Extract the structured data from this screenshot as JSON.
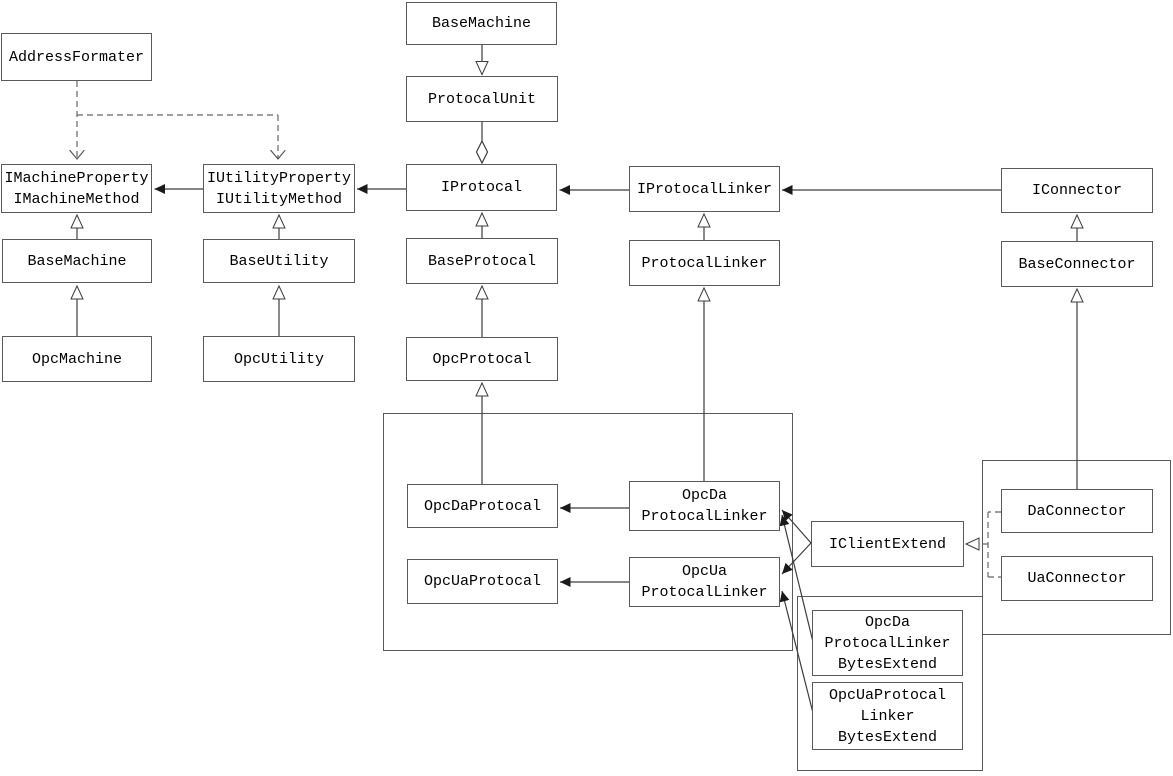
{
  "diagram_type": "uml-class-diagram",
  "colors": {
    "background": "#ffffff",
    "box_border": "#5a5a5a",
    "solid_line": "#3d3d3d",
    "dashed_line": "#666666",
    "text": "#000000",
    "arrow_fill": "#1a1a1a"
  },
  "nodes": {
    "addressFormater": "AddressFormater",
    "iMachine": [
      "IMachineProperty",
      "IMachineMethod"
    ],
    "iUtility": [
      "IUtilityProperty",
      "IUtilityMethod"
    ],
    "baseMachineLeft": "BaseMachine",
    "baseUtility": "BaseUtility",
    "opcMachine": "OpcMachine",
    "opcUtility": "OpcUtility",
    "baseMachineTop": "BaseMachine",
    "protocalUnit": "ProtocalUnit",
    "iProtocal": "IProtocal",
    "baseProtocal": "BaseProtocal",
    "opcProtocal": "OpcProtocal",
    "iProtocalLinker": "IProtocalLinker",
    "protocalLinker": "ProtocalLinker",
    "iConnector": "IConnector",
    "baseConnector": "BaseConnector",
    "opcDaProtocal": "OpcDaProtocal",
    "opcDaProtocalLinker": [
      "OpcDa",
      "ProtocalLinker"
    ],
    "opcUaProtocal": "OpcUaProtocal",
    "opcUaProtocalLinker": [
      "OpcUa",
      "ProtocalLinker"
    ],
    "iClientExtend": "IClientExtend",
    "daConnector": "DaConnector",
    "uaConnector": "UaConnector",
    "opcDaProtocalLinkerBytesExtend": [
      "OpcDa",
      "ProtocalLinker",
      "BytesExtend"
    ],
    "opcUaProtocalLinkerBytesExtend": [
      "OpcUaProtocal",
      "Linker",
      "BytesExtend"
    ]
  },
  "relationships": [
    {
      "from": "BaseMachine(top)",
      "to": "ProtocalUnit",
      "type": "generalization-triangle-down"
    },
    {
      "from": "ProtocalUnit",
      "to": "IProtocal",
      "type": "aggregation-diamond"
    },
    {
      "from": "IProtocal",
      "to": "IUtilityProperty/IUtilityMethod",
      "type": "directed-association"
    },
    {
      "from": "IUtilityProperty/IUtilityMethod",
      "to": "IMachineProperty/IMachineMethod",
      "type": "directed-association"
    },
    {
      "from": "IProtocalLinker",
      "to": "IProtocal",
      "type": "directed-association"
    },
    {
      "from": "IConnector",
      "to": "IProtocalLinker",
      "type": "directed-association"
    },
    {
      "from": "AddressFormater",
      "to": "IMachineProperty/IMachineMethod",
      "type": "dashed-dependency"
    },
    {
      "from": "AddressFormater",
      "to": "IUtilityProperty/IUtilityMethod",
      "type": "dashed-dependency"
    },
    {
      "from": "BaseMachine(left)",
      "to": "IMachineProperty/IMachineMethod",
      "type": "generalization"
    },
    {
      "from": "OpcMachine",
      "to": "BaseMachine(left)",
      "type": "generalization"
    },
    {
      "from": "BaseUtility",
      "to": "IUtilityProperty/IUtilityMethod",
      "type": "generalization"
    },
    {
      "from": "OpcUtility",
      "to": "BaseUtility",
      "type": "generalization"
    },
    {
      "from": "BaseProtocal",
      "to": "IProtocal",
      "type": "generalization"
    },
    {
      "from": "OpcProtocal",
      "to": "BaseProtocal",
      "type": "generalization"
    },
    {
      "from": "OpcDaProtocal",
      "to": "OpcProtocal",
      "type": "generalization"
    },
    {
      "from": "ProtocalLinker",
      "to": "IProtocalLinker",
      "type": "generalization"
    },
    {
      "from": "OpcDaProtocalLinker",
      "to": "ProtocalLinker",
      "type": "generalization"
    },
    {
      "from": "BaseConnector",
      "to": "IConnector",
      "type": "generalization"
    },
    {
      "from": "DaConnector",
      "to": "BaseConnector",
      "type": "generalization"
    },
    {
      "from": "OpcDaProtocalLinker",
      "to": "OpcDaProtocal",
      "type": "directed-association"
    },
    {
      "from": "OpcUaProtocalLinker",
      "to": "OpcUaProtocal",
      "type": "directed-association"
    },
    {
      "from": "IClientExtend",
      "to": "OpcDaProtocalLinker",
      "type": "directed-association"
    },
    {
      "from": "IClientExtend",
      "to": "OpcUaProtocalLinker",
      "type": "directed-association"
    },
    {
      "from": "OpcDaProtocalLinkerBytesExtend",
      "to": "OpcDaProtocalLinker",
      "type": "directed-association"
    },
    {
      "from": "OpcUaProtocalLinkerBytesExtend",
      "to": "OpcUaProtocalLinker",
      "type": "directed-association"
    },
    {
      "from": "DaConnector",
      "to": "IClientExtend",
      "type": "dashed-realization"
    },
    {
      "from": "UaConnector",
      "to": "IClientExtend",
      "type": "dashed-realization"
    }
  ]
}
